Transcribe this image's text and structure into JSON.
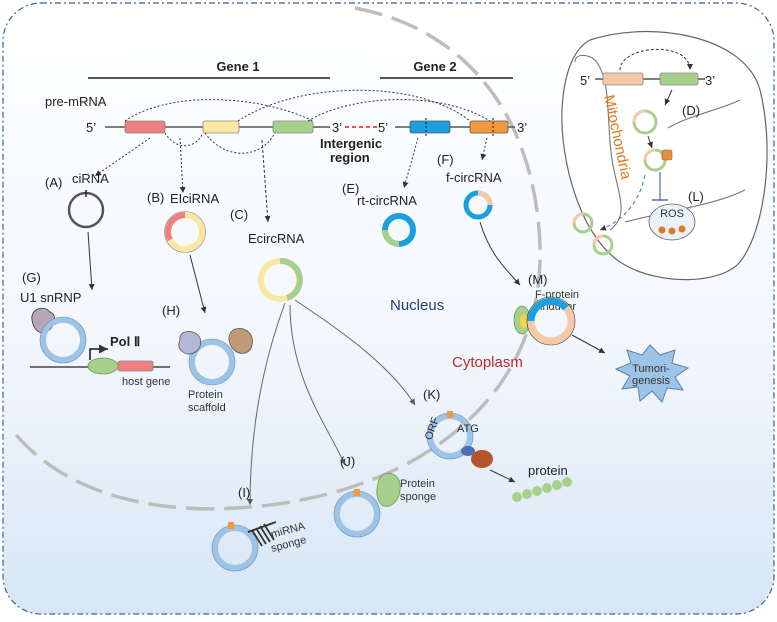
{
  "genes": {
    "gene1": "Gene 1",
    "gene2": "Gene 2",
    "pre_mrna": "pre-mRNA",
    "five_prime": "5’",
    "three_prime": "3’",
    "intergenic_1": "Intergenic",
    "intergenic_2": "region"
  },
  "labels": {
    "A_letter": "(A)",
    "A_name": "ciRNA",
    "B_letter": "(B)",
    "B_name": "EIciRNA",
    "C_letter": "(C)",
    "C_name": "EcircRNA",
    "D_letter": "(D)",
    "E_letter": "(E)",
    "E_name": "rt-circRNA",
    "F_letter": "(F)",
    "F_name": "f-circRNA",
    "G_letter": "(G)",
    "G_name": "U1 snRNP",
    "H_letter": "(H)",
    "I_letter": "(I)",
    "J_letter": "(J)",
    "K_letter": "(K)",
    "L_letter": "(L)",
    "M_letter": "(M)"
  },
  "text": {
    "pol2": "Pol Ⅱ",
    "host_gene": "host gene",
    "protein_scaffold_1": "Protein",
    "protein_scaffold_2": "scaffold",
    "nucleus": "Nucleus",
    "cytoplasm": "Cytoplasm",
    "mitochondria": "Mitochondria",
    "ros": "ROS",
    "f_protein_1": "F-protein",
    "f_protein_2": "inducer",
    "tumori_1": "Tumori-",
    "tumori_2": "genesis",
    "mirna_1": "miRNA",
    "mirna_2": "sponge",
    "protein_sponge_1": "Protein",
    "protein_sponge_2": "sponge",
    "orf": "ORF",
    "atg": "ATG",
    "protein": "protein",
    "mito_5": "5’",
    "mito_3": "3’"
  },
  "colors": {
    "exon1": "#f08080",
    "exon2": "#fbe7a1",
    "exon3": "#a8d08d",
    "exon4": "#1aa0e0",
    "exon5": "#f39a3c",
    "nucleus_text": "#1f3d7a",
    "cytoplasm_text": "#c0282d",
    "mito_text": "#e07b1a",
    "circle_blue": "#9dc3e6"
  }
}
